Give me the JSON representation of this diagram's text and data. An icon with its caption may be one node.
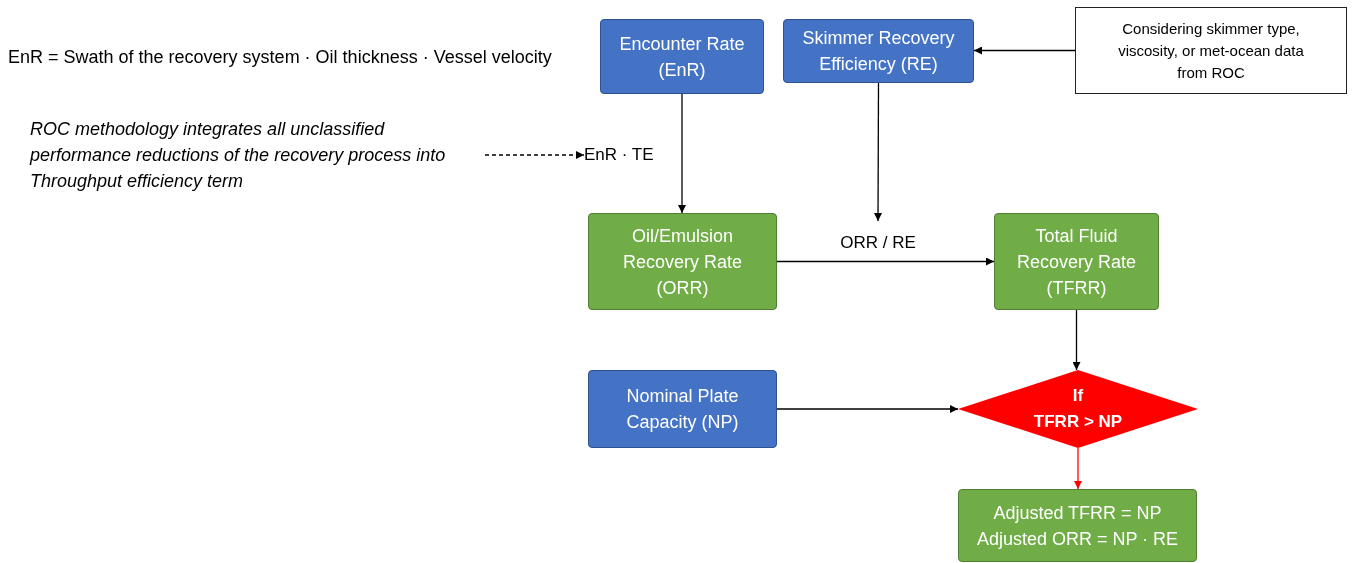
{
  "diagram": {
    "nodes": [
      {
        "text": [
          "Encounter Rate (EnR)"
        ]
      },
      {
        "text": [
          "Skimmer Recovery Efficiency (RE)"
        ]
      },
      {
        "text": [
          "Considering skimmer type, viscosity, or met-ocean data from ROC"
        ]
      },
      {
        "text": [
          "ROC methodology integrates all unclassified performance reductions of the recovery process into Throughput efficiency term"
        ]
      },
      {
        "text": [
          "EnR · TE"
        ]
      },
      {
        "text": [
          "Oil/Emulsion Recovery Rate (ORR)"
        ]
      },
      {
        "text": [
          "Total Fluid Recovery Rate (TFRR)"
        ]
      },
      {
        "text": [
          "Nominal Plate Capacity (NP)"
        ]
      },
      {
        "text": [
          "If",
          "TFRR > NP"
        ]
      },
      {
        "text": [
          "Adjusted TFRR = NP",
          "Adjusted ORR = NP · RE"
        ]
      }
    ],
    "edges": [
      {
        "from": 0,
        "to": 5,
        "arrow": "to"
      },
      {
        "from": 1,
        "to": null,
        "arrow": "to"
      },
      {
        "from": 2,
        "to": 1,
        "arrow": "to"
      },
      {
        "from": 3,
        "to": 4,
        "arrow": "to",
        "style": "dashed"
      },
      {
        "from": 5,
        "to": 6,
        "arrow": "to",
        "label": "ORR / RE"
      },
      {
        "from": 6,
        "to": 8,
        "arrow": "to"
      },
      {
        "from": 7,
        "to": 8,
        "arrow": "to"
      },
      {
        "from": 8,
        "to": 9,
        "arrow": "to",
        "color": "#ff0000"
      }
    ],
    "labels": [
      "EnR = Swath of the recovery system · Oil thickness · Vessel velocity"
    ]
  }
}
